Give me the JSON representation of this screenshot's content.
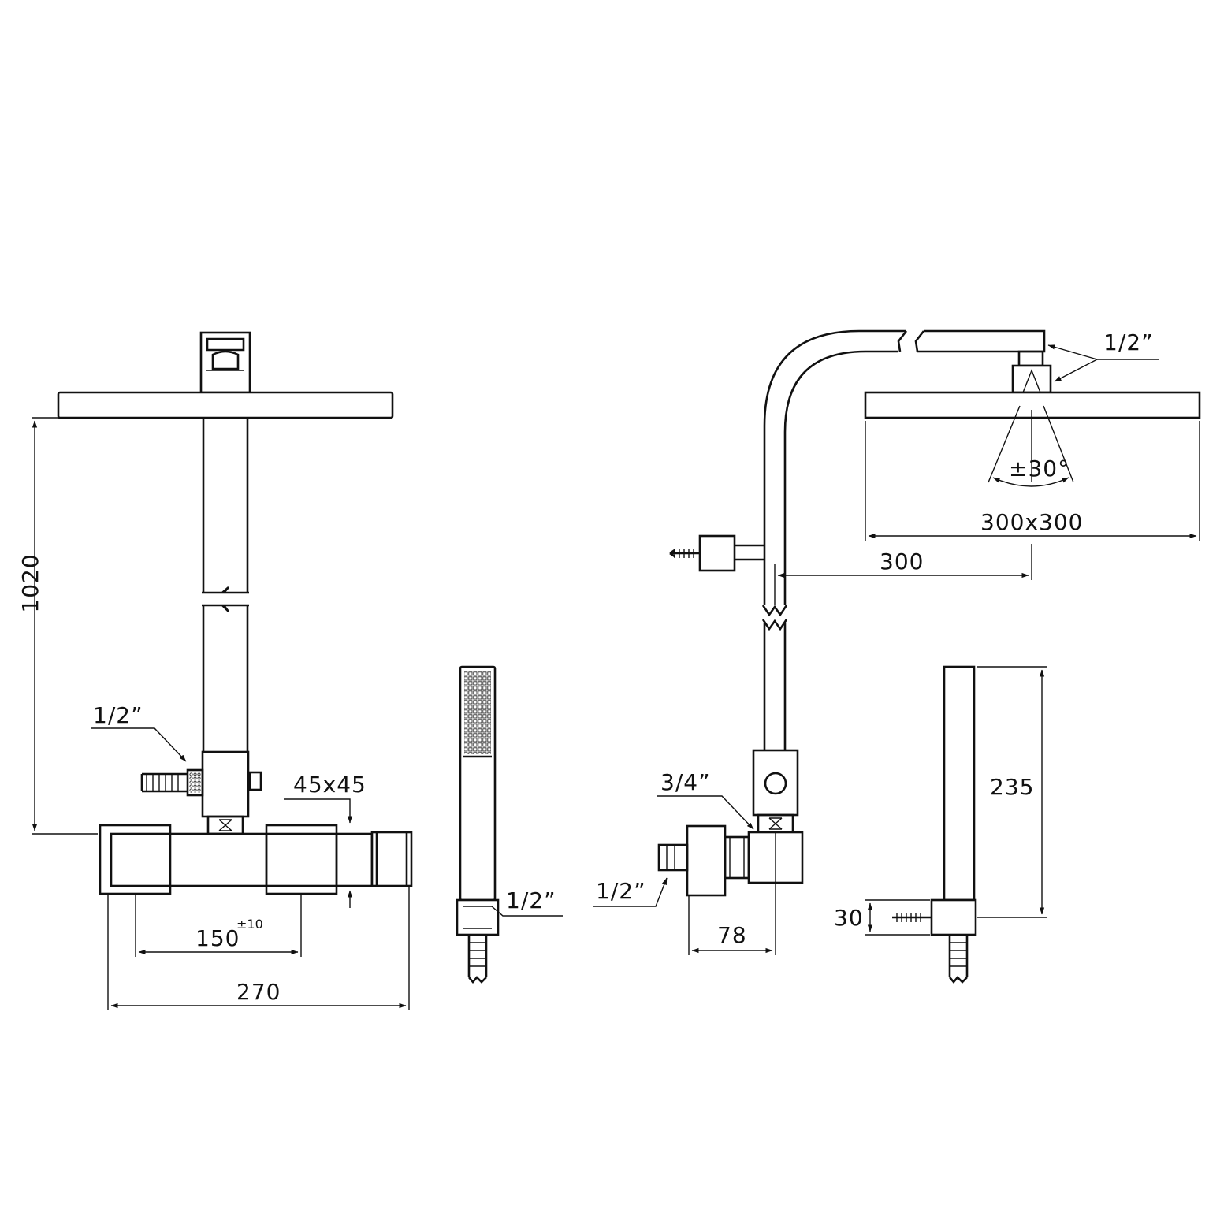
{
  "colors": {
    "line": "#111111",
    "background": "#ffffff"
  },
  "labels": {
    "height_1020": "1020",
    "inlet_left": "1/2”",
    "bar_section": "45x45",
    "centers": "150",
    "centers_tolerance": "±10",
    "body_width": "270",
    "hand_shower_thread": "1/2”",
    "top_thread": "1/2”",
    "tilt_angle": "±30°",
    "head_size": "300x300",
    "arm_reach": "300",
    "diverter_thread": "3/4”",
    "inlet_right": "1/2”",
    "projection": "78",
    "holder_height": "235",
    "holder_offset": "30"
  }
}
